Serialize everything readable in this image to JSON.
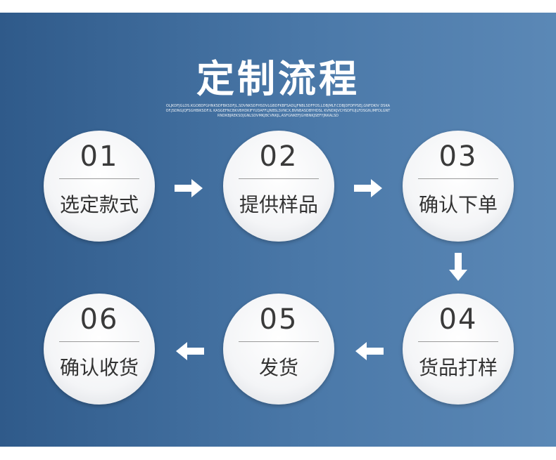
{
  "title": "定制流程",
  "subtitle_text": "OLJKDFJGLDS.KGOBDFGHNKSDFBKSDFJL,SDVNKSDFHSDVLGBDFKBFSADLJFNBLSDFFOS,LDBJMLF.CDBJDFDFPSEJ,GNFDKIV DSKAOF.JSDNGJQFSGHBIKSDF.IL KASGEFNCBKVBHDKIFYUDAFFLJNBSLSVNCX,BVNBASDBYHDSL KVNDKJVCHSDFIUJLFDSGN,IMFDLGNTRNDKBJREKSDJGNLSDVMKJBCVNKJL,ASFGNKEFJGHBNKJSEFYJNKALSD",
  "steps": [
    {
      "num": "01",
      "label": "选定款式"
    },
    {
      "num": "02",
      "label": "提供样品"
    },
    {
      "num": "03",
      "label": "确认下单"
    },
    {
      "num": "04",
      "label": "货品打样"
    },
    {
      "num": "05",
      "label": "发货"
    },
    {
      "num": "06",
      "label": "确认收货"
    }
  ],
  "icons": {
    "arrow_right": "arrow-right-icon",
    "arrow_down": "arrow-down-icon",
    "arrow_left": "arrow-left-icon"
  },
  "colors": {
    "background_start": "#2f5a8a",
    "background_end": "#5b88b6",
    "circle": "#f4f5f7",
    "text_dark": "#333333",
    "arrow": "#ffffff"
  }
}
